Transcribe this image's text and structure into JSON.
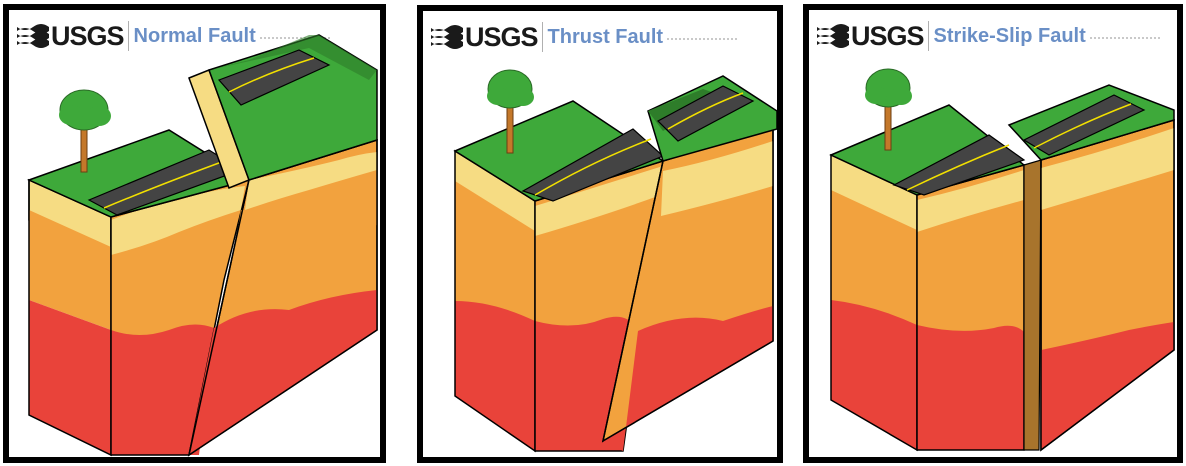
{
  "panels": [
    {
      "logo": "USGS",
      "title": "Normal Fault",
      "logo_icon": "usgs-wave-icon"
    },
    {
      "logo": "USGS",
      "title": "Thrust Fault",
      "logo_icon": "usgs-wave-icon"
    },
    {
      "logo": "USGS",
      "title": "Strike-Slip Fault",
      "logo_icon": "usgs-wave-icon"
    }
  ],
  "colors": {
    "grass": "#3ea93a",
    "grass_dark": "#2e7d2a",
    "road": "#444444",
    "road_line": "#f2e000",
    "layer_top": "#f6dc83",
    "layer_mid": "#f2a23e",
    "layer_low": "#e9433a",
    "title_blue": "#6a8fc6",
    "outline": "#000000"
  }
}
